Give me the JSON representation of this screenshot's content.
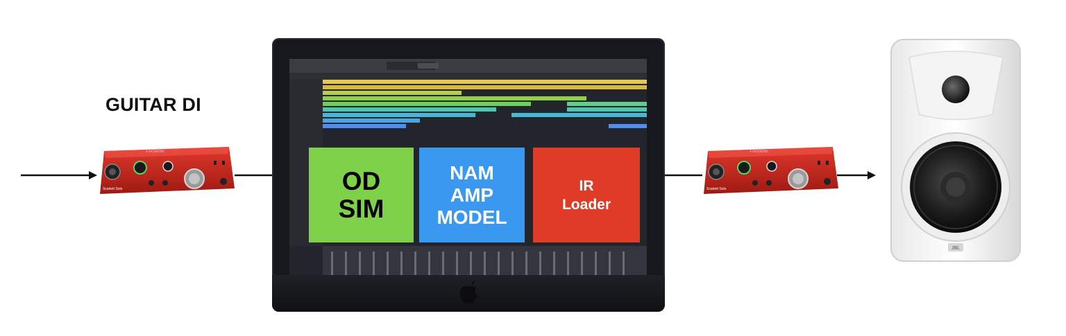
{
  "diagram": {
    "input_label": "GUITAR DI",
    "plugins": [
      {
        "name": "od-sim-box",
        "lines": [
          "OD",
          "SIM"
        ],
        "color": "#7fd149"
      },
      {
        "name": "nam-amp-model-box",
        "lines": [
          "NAM",
          "AMP",
          "MODEL"
        ],
        "color": "#3a98f0"
      },
      {
        "name": "ir-loader-box",
        "lines": [
          "IR",
          "Loader"
        ],
        "color": "#df3b27"
      }
    ],
    "devices": {
      "interface_brand": "Focusrite",
      "interface_model": "Scarlett Solo",
      "speaker_brand": "JBL"
    },
    "colors": {
      "interface_red": "#c8281f",
      "arrow": "#111111",
      "monitor": "#17181d"
    },
    "icons": [
      "apple-icon",
      "arrow-right-icon",
      "audio-interface-icon",
      "studio-monitor-icon"
    ]
  }
}
